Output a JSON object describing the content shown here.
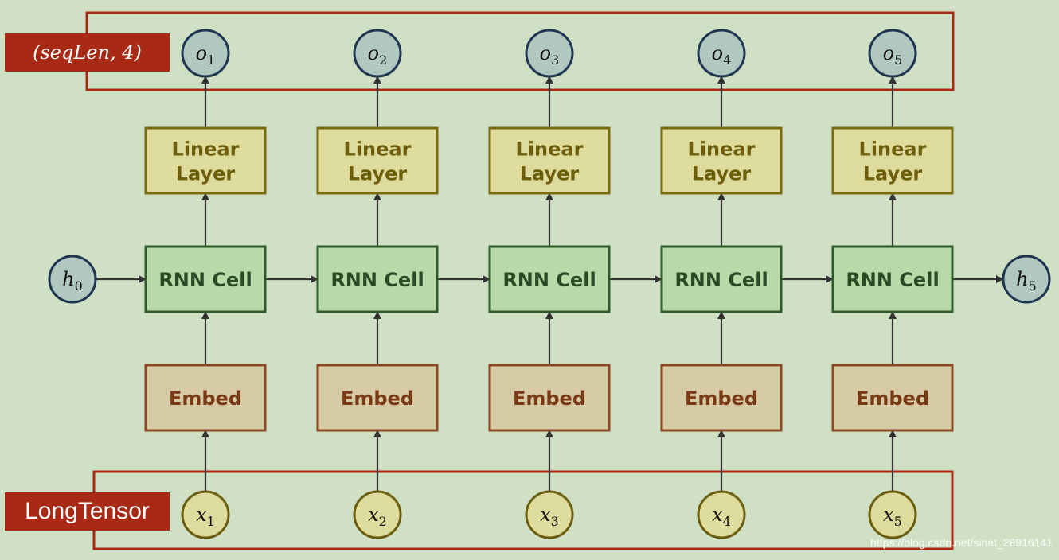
{
  "diagram": {
    "output_group_label": "(seqLen, 4)",
    "input_group_label": "LongTensor",
    "initial_hidden": {
      "base": "h",
      "sub": "0"
    },
    "final_hidden": {
      "base": "h",
      "sub": "5"
    },
    "steps": [
      {
        "output": {
          "base": "o",
          "sub": "1"
        },
        "linear": [
          "Linear",
          "Layer"
        ],
        "rnn": "RNN Cell",
        "embed": "Embed",
        "input": {
          "base": "x",
          "sub": "1"
        }
      },
      {
        "output": {
          "base": "o",
          "sub": "2"
        },
        "linear": [
          "Linear",
          "Layer"
        ],
        "rnn": "RNN Cell",
        "embed": "Embed",
        "input": {
          "base": "x",
          "sub": "2"
        }
      },
      {
        "output": {
          "base": "o",
          "sub": "3"
        },
        "linear": [
          "Linear",
          "Layer"
        ],
        "rnn": "RNN Cell",
        "embed": "Embed",
        "input": {
          "base": "x",
          "sub": "3"
        }
      },
      {
        "output": {
          "base": "o",
          "sub": "4"
        },
        "linear": [
          "Linear",
          "Layer"
        ],
        "rnn": "RNN Cell",
        "embed": "Embed",
        "input": {
          "base": "x",
          "sub": "4"
        }
      },
      {
        "output": {
          "base": "o",
          "sub": "5"
        },
        "linear": [
          "Linear",
          "Layer"
        ],
        "rnn": "RNN Cell",
        "embed": "Embed",
        "input": {
          "base": "x",
          "sub": "5"
        }
      }
    ],
    "watermark": "https://blog.csdn.net/sinat_28916141"
  },
  "colors": {
    "background": "#cfe0c5",
    "group_frame": "#a82a15",
    "output_node_fill": "#b0c8c0",
    "node_stroke": "#1e3550",
    "input_node_fill": "#dedc9c",
    "input_node_stroke": "#6b5d0f",
    "linear_fill": "#dedc9c",
    "linear_stroke": "#7a6a12",
    "linear_text": "#6e5e0c",
    "rnn_fill": "#b8d9a8",
    "rnn_stroke": "#2f5a2a",
    "rnn_text": "#284a24",
    "embed_fill": "#d7cba6",
    "embed_stroke": "#8b4a24",
    "embed_text": "#7b3a16",
    "arrow": "#333333"
  }
}
